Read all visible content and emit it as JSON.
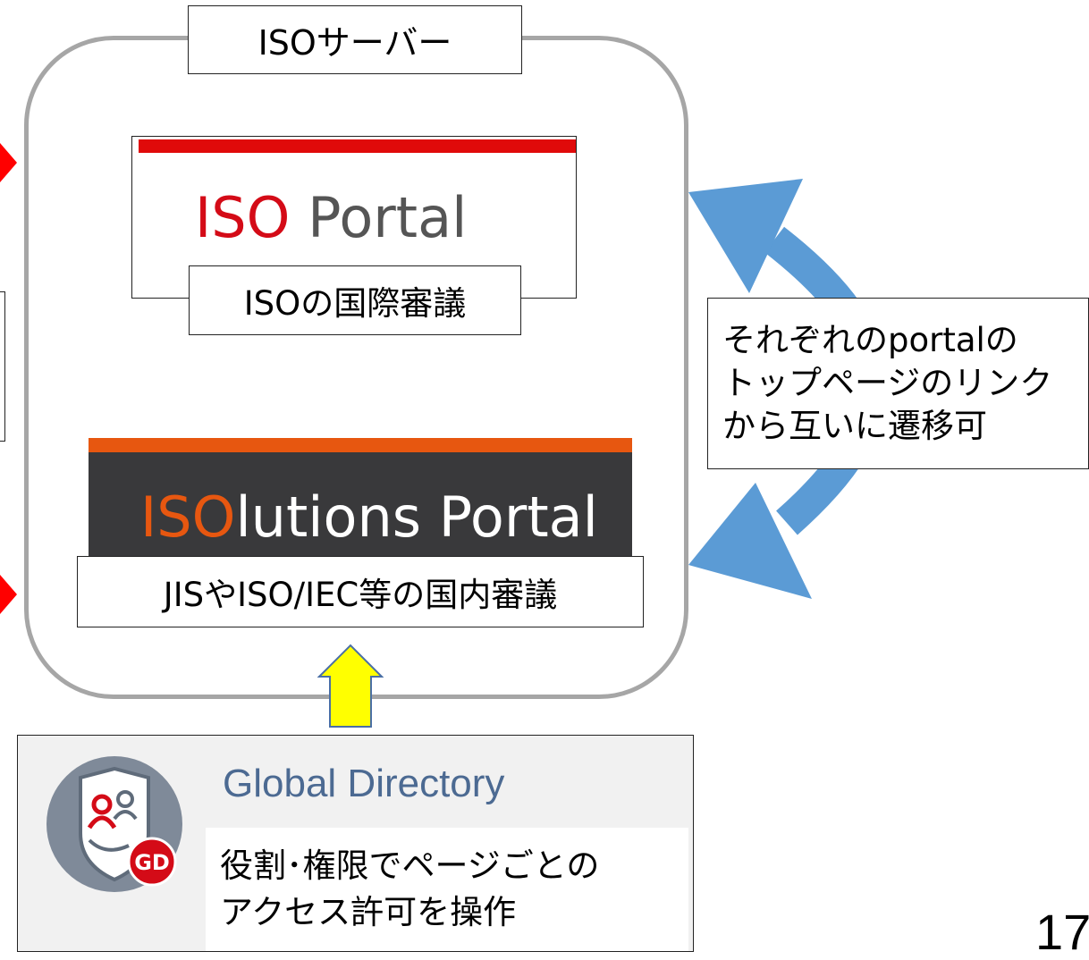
{
  "server": {
    "label": "ISOサーバー"
  },
  "iso_portal": {
    "logo_iso": "ISO",
    "logo_rest": " Portal",
    "description": "ISOの国際審議",
    "bar_color": "#e00a0a"
  },
  "isolutions_portal": {
    "logo_iso": "ISO",
    "logo_rest": "lutions Portal",
    "description": "JISやISO/IEC等の国内審議",
    "bar_color": "#e75710"
  },
  "navigation_note": {
    "lines": [
      "それぞれのportalの",
      "トップページのリンク",
      "から互いに遷移可"
    ]
  },
  "global_directory": {
    "title": "Global Directory",
    "badge": "GD",
    "description_lines": [
      "役割･権限でページごとの",
      "アクセス許可を操作"
    ]
  },
  "page_number": "17",
  "colors": {
    "frame": "#a6a6a6",
    "blue_arrow": "#5b9bd5",
    "yellow_arrow": "#ffff00",
    "red_arrow": "#ff0000"
  }
}
